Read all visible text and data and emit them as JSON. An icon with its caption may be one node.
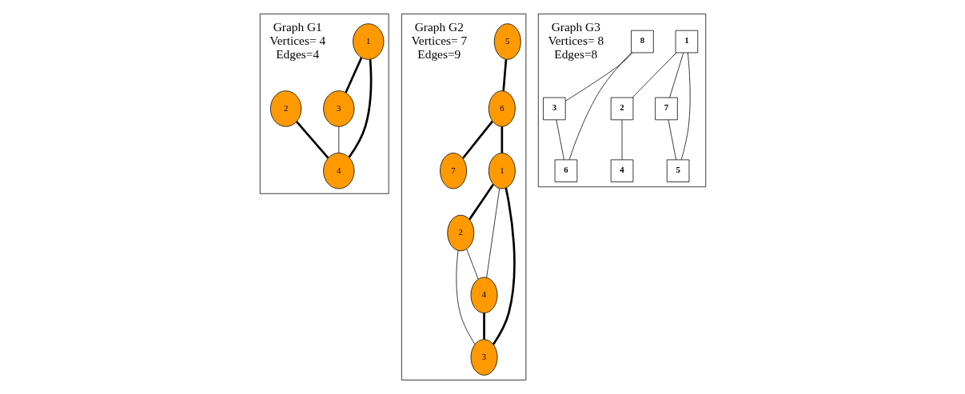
{
  "diagram": {
    "nodes": [
      {
        "text": [],
        "shape": "box"
      },
      {
        "text": [],
        "shape": "box"
      },
      {
        "text": [],
        "shape": "box"
      },
      {
        "text": [
          "1"
        ],
        "in": 0
      },
      {
        "text": [
          "2"
        ],
        "in": 0
      },
      {
        "text": [
          "3"
        ],
        "in": 0
      },
      {
        "text": [
          "4"
        ],
        "in": 0
      },
      {
        "text": [
          "5"
        ],
        "in": 1
      },
      {
        "text": [
          "6"
        ],
        "in": 1
      },
      {
        "text": [
          "7"
        ],
        "in": 1
      },
      {
        "text": [
          "1"
        ],
        "in": 1
      },
      {
        "text": [
          "2"
        ],
        "in": 1
      },
      {
        "text": [
          "4"
        ],
        "in": 1
      },
      {
        "text": [
          "3"
        ],
        "in": 1
      },
      {
        "text": [
          "1"
        ],
        "in": 2
      },
      {
        "text": [
          "2"
        ],
        "in": 2
      },
      {
        "text": [
          "8"
        ],
        "in": 2
      },
      {
        "text": [
          "3"
        ],
        "in": 2
      },
      {
        "text": [
          "7"
        ],
        "in": 2
      },
      {
        "text": [
          "4"
        ],
        "in": 2
      },
      {
        "text": [
          "6"
        ],
        "in": 2
      },
      {
        "text": [
          "5"
        ],
        "in": 2
      }
    ],
    "edges": [
      {
        "from": 3,
        "to": 5,
        "arrow": "none",
        "style": "thick"
      },
      {
        "from": 3,
        "to": 6,
        "arrow": "none",
        "style": "thick"
      },
      {
        "from": 4,
        "to": 6,
        "arrow": "none",
        "style": "thick"
      },
      {
        "from": 5,
        "to": 6,
        "arrow": "none"
      },
      {
        "from": 7,
        "to": 8,
        "arrow": "none",
        "style": "thick"
      },
      {
        "from": 8,
        "to": 9,
        "arrow": "none",
        "style": "thick"
      },
      {
        "from": 8,
        "to": 10,
        "arrow": "none",
        "style": "thick"
      },
      {
        "from": 10,
        "to": 11,
        "arrow": "none",
        "style": "thick"
      },
      {
        "from": 10,
        "to": 13,
        "arrow": "none",
        "style": "thick"
      },
      {
        "from": 10,
        "to": 12,
        "arrow": "none"
      },
      {
        "from": 11,
        "to": 12,
        "arrow": "none"
      },
      {
        "from": 11,
        "to": 13,
        "arrow": "none"
      },
      {
        "from": 12,
        "to": 13,
        "arrow": "none",
        "style": "thick"
      },
      {
        "from": 14,
        "to": 15,
        "arrow": "none"
      },
      {
        "from": 14,
        "to": 18,
        "arrow": "none"
      },
      {
        "from": 14,
        "to": 21,
        "arrow": "none"
      },
      {
        "from": 15,
        "to": 19,
        "arrow": "none"
      },
      {
        "from": 16,
        "to": 17,
        "arrow": "none"
      },
      {
        "from": 16,
        "to": 20,
        "arrow": "none"
      },
      {
        "from": 17,
        "to": 20,
        "arrow": "none"
      },
      {
        "from": 18,
        "to": 21,
        "arrow": "none"
      }
    ],
    "labels": [
      "Graph G1",
      "Vertices= 4",
      "Edges=4",
      "Graph G2",
      "Vertices= 7",
      "Edges=9",
      "Graph G3",
      "Vertices= 8",
      "Edges=8"
    ]
  }
}
